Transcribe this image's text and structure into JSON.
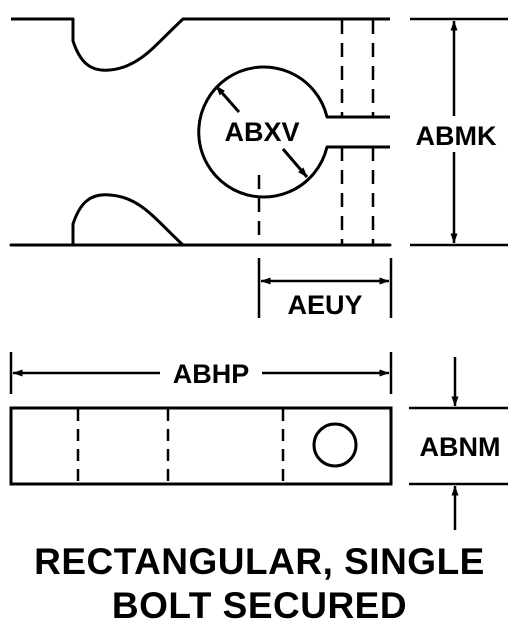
{
  "dimensions": {
    "slot_diameter": "ABXV",
    "overall_height": "ABMK",
    "slot_offset": "AEUY",
    "overall_length": "ABHP",
    "thickness": "ABNM"
  },
  "caption": {
    "line1": "RECTANGULAR, SINGLE",
    "line2": "BOLT SECURED"
  }
}
